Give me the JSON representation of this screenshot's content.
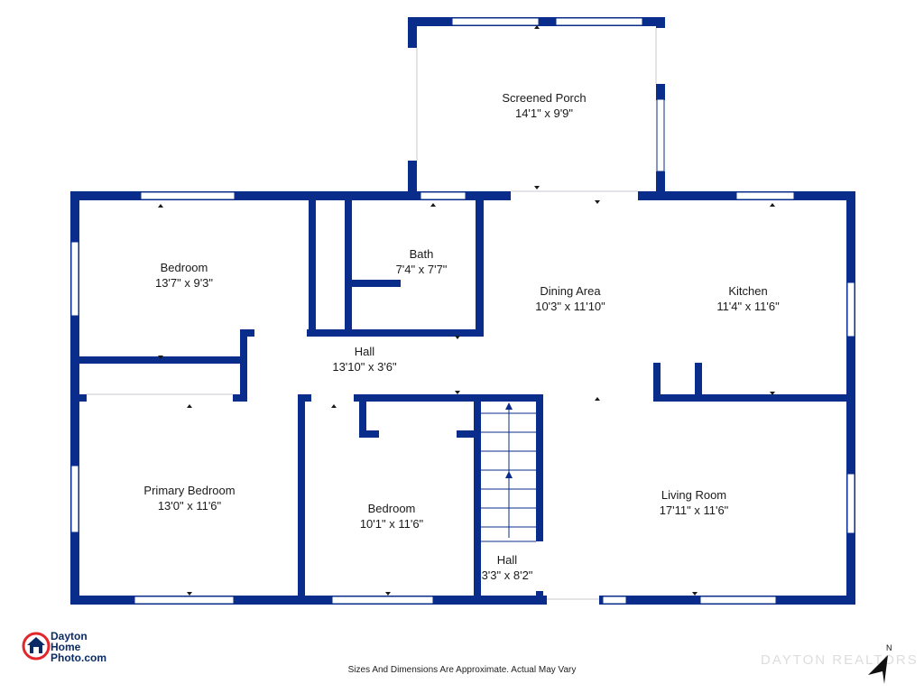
{
  "colors": {
    "wall": "#0a2c8a",
    "window": "#ffffff",
    "text": "#1a1a1a",
    "logo_red": "#e0282c",
    "logo_blue": "#0b2b66"
  },
  "rooms": [
    {
      "id": "screened-porch",
      "name": "Screened Porch",
      "dims": "14'1\" x 9'9\""
    },
    {
      "id": "bedroom-nw",
      "name": "Bedroom",
      "dims": "13'7\" x 9'3\""
    },
    {
      "id": "bath",
      "name": "Bath",
      "dims": "7'4\" x 7'7\""
    },
    {
      "id": "dining-area",
      "name": "Dining Area",
      "dims": "10'3\" x 11'10\""
    },
    {
      "id": "kitchen",
      "name": "Kitchen",
      "dims": "11'4\" x 11'6\""
    },
    {
      "id": "hall-main",
      "name": "Hall",
      "dims": "13'10\" x 3'6\""
    },
    {
      "id": "primary-bedroom",
      "name": "Primary Bedroom",
      "dims": "13'0\" x 11'6\""
    },
    {
      "id": "bedroom-mid",
      "name": "Bedroom",
      "dims": "10'1\" x 11'6\""
    },
    {
      "id": "living-room",
      "name": "Living Room",
      "dims": "17'11\" x 11'6\""
    },
    {
      "id": "hall-small",
      "name": "Hall",
      "dims": "3'3\" x 8'2\""
    }
  ],
  "logo": {
    "line1": "Dayton",
    "line2": "Home",
    "line3": "Photo.com"
  },
  "watermark": "DAYTON REALTORS",
  "compass": {
    "label": "N"
  },
  "disclaimer": "Sizes And Dimensions Are Approximate. Actual May Vary"
}
